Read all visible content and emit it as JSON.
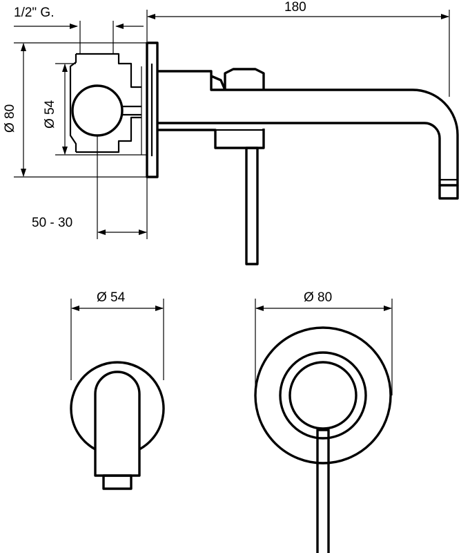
{
  "dimensions": {
    "thread": "1/2\" G.",
    "length": "180",
    "rosette_diameter_side": "Ø 80",
    "body_diameter_side": "Ø 54",
    "depth_range": "50 - 30",
    "spout_rosette_diameter": "Ø 54",
    "mixer_rosette_diameter": "Ø 80"
  },
  "colors": {
    "line": "#000000",
    "background": "#ffffff"
  }
}
